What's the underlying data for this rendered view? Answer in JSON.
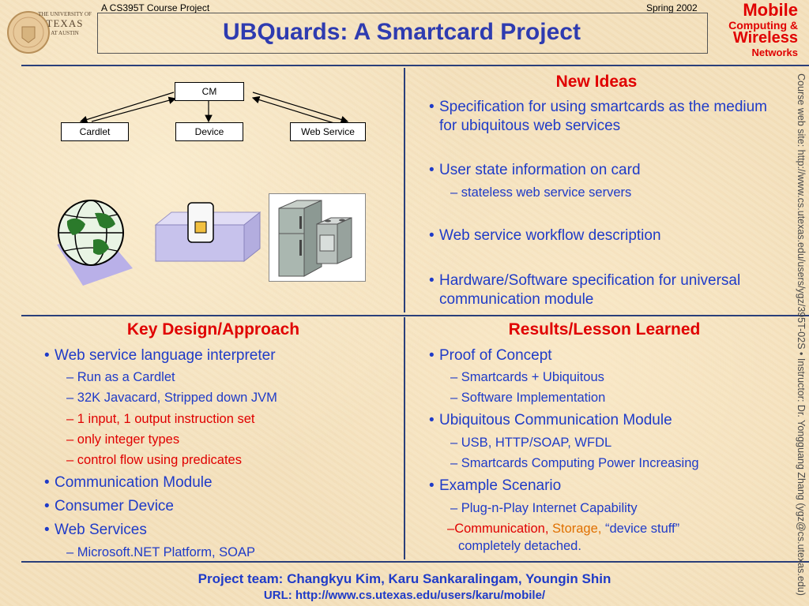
{
  "header": {
    "course": "A CS395T Course Project",
    "term": "Spring 2002",
    "title": "UBQuards: A Smartcard Project",
    "university": [
      "THE UNIVERSITY OF",
      "TEXAS",
      "AT AUSTIN"
    ],
    "brand": [
      "Mobile",
      "Computing &",
      "Wireless",
      "Networks"
    ]
  },
  "sidebar_text": "Course web site: http://www.cs.utexas.edu/users/ygz/395T-02S • Instructor: Dr. Yongguang Zhang (ygz@cs.utexas.edu)",
  "diagram": {
    "nodes": [
      "CM",
      "Cardlet",
      "Device",
      "Web Service"
    ],
    "icons": [
      "globe-icon",
      "smartcard-reader-icon",
      "appliances-icon"
    ]
  },
  "new_ideas": {
    "heading": "New Ideas",
    "items": [
      {
        "text": "Specification for using smartcards as the medium for ubiquitous web services"
      },
      {
        "text": "User state information on card",
        "sub": "stateless web service servers"
      },
      {
        "text": "Web service workflow description"
      },
      {
        "text": "Hardware/Software specification for universal communication module"
      }
    ]
  },
  "key_design": {
    "heading": "Key Design/Approach",
    "b1": "Web service language interpreter",
    "b1_subs": [
      "Run as a Cardlet",
      "32K Javacard, Stripped down JVM",
      "1 input, 1 output instruction set",
      "only integer types",
      "control flow using predicates"
    ],
    "b2": "Communication Module",
    "b3": "Consumer Device",
    "b4": "Web Services",
    "b4_sub": "Microsoft.NET Platform, SOAP"
  },
  "results": {
    "heading": "Results/Lesson Learned",
    "b1": "Proof of Concept",
    "b1_subs": [
      "Smartcards + Ubiquitous",
      "Software Implementation"
    ],
    "b2": "Ubiquitous Communication Module",
    "b2_subs": [
      "USB, HTTP/SOAP, WFDL",
      "Smartcards Computing Power Increasing"
    ],
    "b3": "Example Scenario",
    "b3_sub": "Plug-n-Play Internet Capability",
    "b3_sub2": {
      "a": "Communication,",
      "b": "Storage,",
      "c": "“device stuff”",
      "d": "completely detached."
    }
  },
  "footer": {
    "team": "Project team: Changkyu Kim, Karu Sankaralingam, Youngin Shin",
    "url": "URL: http://www.cs.utexas.edu/users/karu/mobile/"
  },
  "colors": {
    "heading": "#e00000",
    "body": "#1f3bc8",
    "title": "#2e3bb0",
    "accent": "#e07000"
  }
}
